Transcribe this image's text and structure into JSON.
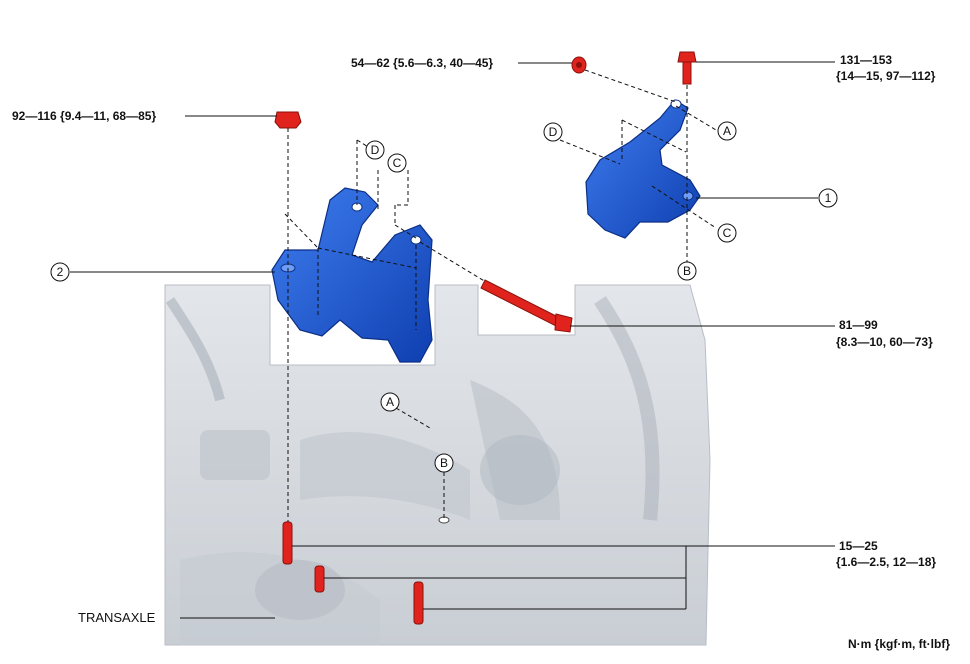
{
  "labels": {
    "torque_top_center": "54—62 {5.6—6.3, 40—45}",
    "torque_top_right_1": "131—153",
    "torque_top_right_2": "{14—15, 97—112}",
    "torque_left": "92—116 {9.4—11, 68—85}",
    "torque_mid_right_1": "81—99",
    "torque_mid_right_2": "{8.3—10, 60—73}",
    "torque_bottom_right_1": "15—25",
    "torque_bottom_right_2": "{1.6—2.5, 12—18}",
    "transaxle": "TRANSAXLE",
    "units": "N·m {kgf·m, ft·lbf}"
  },
  "callouts": {
    "part1": "1",
    "part2": "2",
    "a": "A",
    "b": "B",
    "c": "C",
    "d": "D"
  },
  "colors": {
    "part_blue": "#1a56d6",
    "fastener_red": "#e0231c",
    "engine_gray": "#d9dde2"
  }
}
